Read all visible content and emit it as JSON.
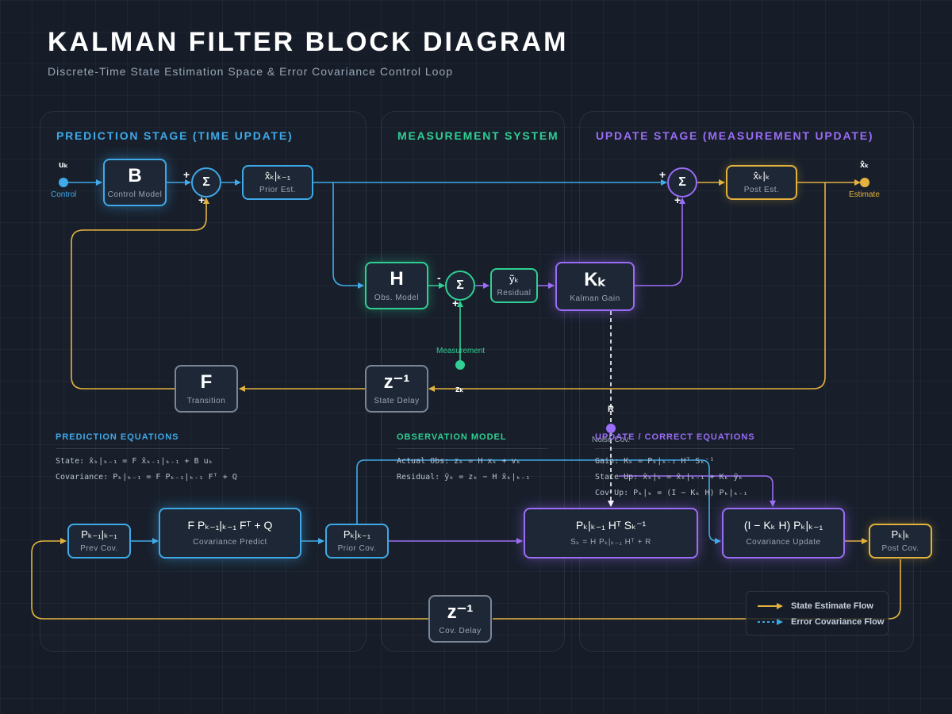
{
  "header": {
    "title": "KALMAN FILTER BLOCK DIAGRAM",
    "subtitle": "Discrete-Time State Estimation Space & Error Covariance Control Loop"
  },
  "panels": {
    "prediction": "PREDICTION STAGE (TIME UPDATE)",
    "measurement": "MEASUREMENT SYSTEM",
    "update": "UPDATE STAGE (MEASUREMENT UPDATE)"
  },
  "colors": {
    "blue": "#3fa9e8",
    "green": "#2fcf93",
    "purple": "#9b6cf6",
    "gold": "#e3b23c",
    "gray": "#7a8595"
  },
  "nodes": {
    "control_input": {
      "symbol": "uₖ",
      "label": "Control"
    },
    "control_model": {
      "symbol": "B",
      "label": "Control Model"
    },
    "sum_symbol": "Σ",
    "prior_est": {
      "symbol": "x̂ₖ|ₖ₋₁",
      "label": "Prior Est."
    },
    "post_est": {
      "symbol": "x̂ₖ|ₖ",
      "label": "Post Est."
    },
    "estimate_output": {
      "symbol": "x̂ₖ",
      "label": "Estimate"
    },
    "obs_model": {
      "symbol": "H",
      "label": "Obs. Model"
    },
    "residual": {
      "symbol": "ỹₖ",
      "label": "Residual"
    },
    "kalman_gain": {
      "symbol": "Kₖ",
      "label": "Kalman Gain"
    },
    "measurement": {
      "label": "Measurement",
      "symbol": "zₖ"
    },
    "transition": {
      "symbol": "F",
      "label": "Transition"
    },
    "state_delay": {
      "symbol": "z⁻¹",
      "label": "State Delay"
    },
    "noise_cov": {
      "symbol": "R",
      "label": "Noise Cov."
    },
    "prev_cov": {
      "symbol": "Pₖ₋₁|ₖ₋₁",
      "label": "Prev Cov."
    },
    "cov_predict": {
      "symbol": "F Pₖ₋₁|ₖ₋₁ Fᵀ + Q",
      "label": "Covariance Predict"
    },
    "prior_cov": {
      "symbol": "Pₖ|ₖ₋₁",
      "label": "Prior Cov."
    },
    "gain_calc": {
      "symbol": "Pₖ|ₖ₋₁ Hᵀ Sₖ⁻¹",
      "label": "Sₖ = H Pₖ|ₖ₋₁ Hᵀ + R"
    },
    "cov_update": {
      "symbol": "(I − Kₖ H) Pₖ|ₖ₋₁",
      "label": "Covariance Update"
    },
    "post_cov": {
      "symbol": "Pₖ|ₖ",
      "label": "Post Cov."
    },
    "cov_delay": {
      "symbol": "z⁻¹",
      "label": "Cov. Delay"
    }
  },
  "signs": {
    "plus": "+",
    "minus": "-"
  },
  "equations": {
    "prediction": {
      "heading": "PREDICTION EQUATIONS",
      "lines": [
        "State: x̂ₖ|ₖ₋₁ = F x̂ₖ₋₁|ₖ₋₁ + B uₖ",
        "Covariance: Pₖ|ₖ₋₁ = F Pₖ₋₁|ₖ₋₁ Fᵀ + Q"
      ]
    },
    "observation": {
      "heading": "OBSERVATION MODEL",
      "lines": [
        "Actual Obs: zₖ = H xₖ + vₖ",
        "Residual: ỹₖ = zₖ − H x̂ₖ|ₖ₋₁"
      ]
    },
    "update": {
      "heading": "UPDATE / CORRECT EQUATIONS",
      "lines": [
        "Gain: Kₖ = Pₖ|ₖ₋₁ Hᵀ Sₖ⁻¹",
        "State Up: x̂ₖ|ₖ = x̂ₖ|ₖ₋₁ + Kₖ ỹₖ",
        "Cov Up: Pₖ|ₖ = (I − Kₖ H) Pₖ|ₖ₋₁"
      ]
    }
  },
  "legend": {
    "state_flow": "State Estimate Flow",
    "cov_flow": "Error Covariance Flow"
  }
}
